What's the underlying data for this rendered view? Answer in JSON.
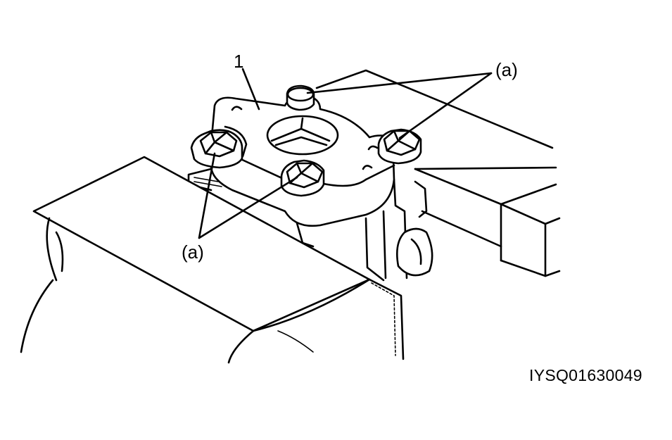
{
  "labels": {
    "part_number": "1",
    "callout_top": "(a)",
    "callout_bottom": "(a)",
    "reference_code": "IYSQ01630049"
  },
  "colors": {
    "line": "#000000",
    "background": "#ffffff"
  }
}
